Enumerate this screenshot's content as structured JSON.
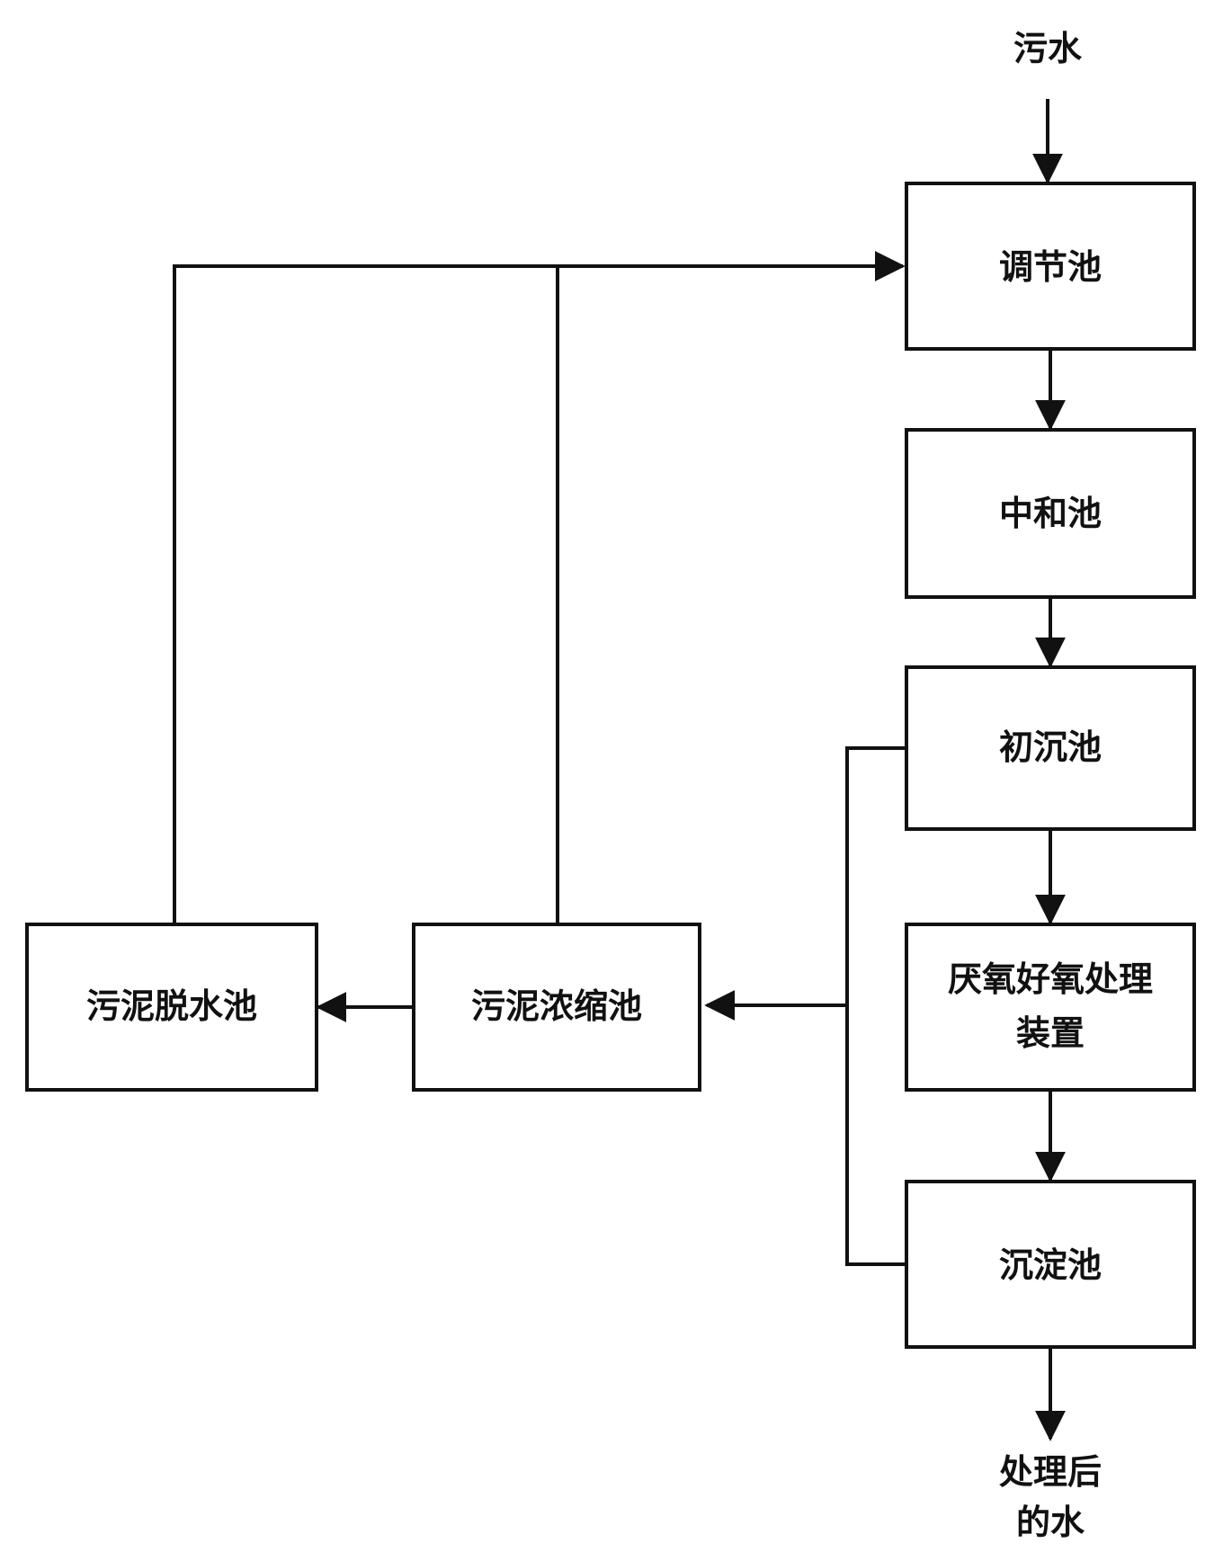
{
  "input_label": "污水",
  "output_label_line1": "处理后",
  "output_label_line2": "的水",
  "nodes": {
    "regulating_tank": "调节池",
    "neutralization_tank": "中和池",
    "primary_sedimentation_tank": "初沉池",
    "anaerobic_aerobic_device_line1": "厌氧好氧处理",
    "anaerobic_aerobic_device_line2": "装置",
    "sedimentation_tank": "沉淀池",
    "sludge_thickening_tank": "污泥浓缩池",
    "sludge_dewatering_tank": "污泥脱水池"
  },
  "colors": {
    "stroke": "#111111",
    "background": "#ffffff"
  }
}
